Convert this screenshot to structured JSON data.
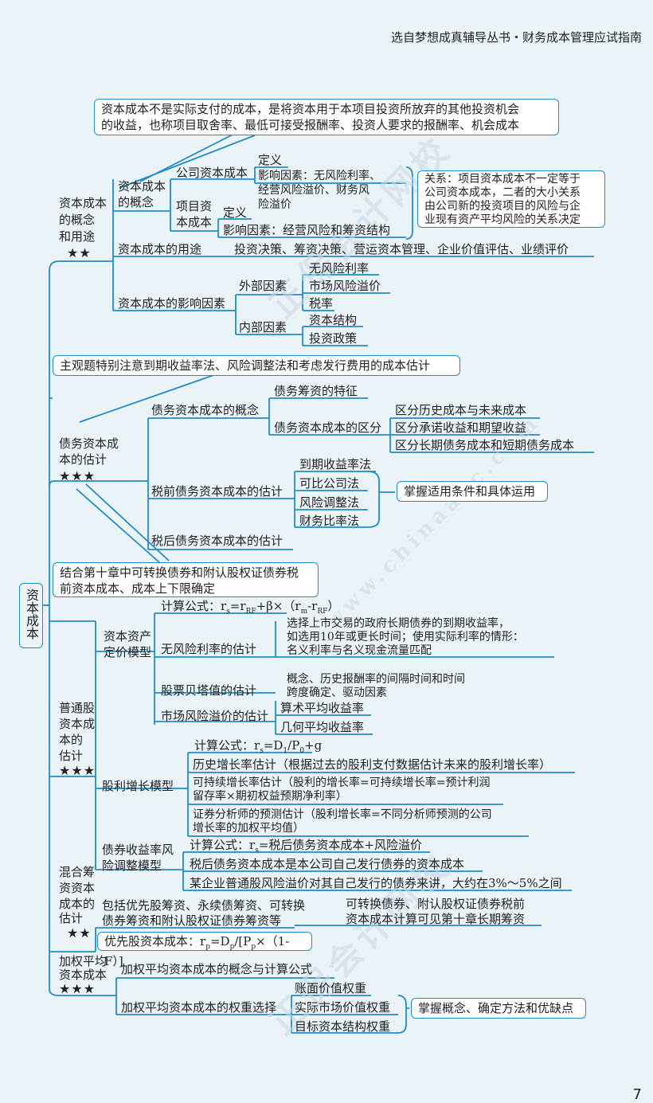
{
  "header": "选自梦想成真辅导丛书・财务成本管理应试指南",
  "page_number": "7",
  "root": "资本成本",
  "top_note": [
    "资本成本不是实际支付的成本，是将资本用于本项目投资所放弃的其他投资机会",
    "的收益，也称项目取舍率、最低可接受报酬率、投资人要求的报酬率、机会成本"
  ],
  "s1": {
    "title": [
      "资本成本",
      "的概念",
      "和用途"
    ],
    "stars": "★★",
    "concept": [
      "资本成本",
      "的概念"
    ],
    "company_cost": "公司资本成本",
    "def1": "定义",
    "factors1": [
      "影响因素：无风险利率、",
      "经营风险溢价、财务风",
      "险溢价"
    ],
    "project_cost": [
      "项目资",
      "本成本"
    ],
    "def2": "定义",
    "factors2": "影响因素：经营风险和筹资结构",
    "relation": [
      "关系：项目资本成本不一定等于",
      "公司资本成本，二者的大小关系",
      "由公司新的投资项目的风险与企",
      "业现有资产平均风险的关系决定"
    ],
    "use": "资本成本的用途",
    "use_items": "投资决策、筹资决策、营运资本管理、企业价值评估、业绩评价",
    "factors": "资本成本的影响因素",
    "external": "外部因素",
    "ext_items": [
      "无风险利率",
      "市场风险溢价",
      "税率"
    ],
    "internal": "内部因素",
    "int_items": [
      "资本结构",
      "投资政策"
    ]
  },
  "note2": "主观题特别注意到期收益率法、风险调整法和考虑发行费用的成本估计",
  "s2": {
    "title": [
      "债务资本成",
      "本的估计"
    ],
    "stars": "★★★",
    "concept": "债务资本成本的概念",
    "features": "债务筹资的特征",
    "distinction": "债务资本成本的区分",
    "dist_items": [
      "区分历史成本与未来成本",
      "区分承诺收益和期望收益",
      "区分长期债务成本和短期债务成本"
    ],
    "pretax": "税前债务资本成本的估计",
    "pretax_items": [
      "到期收益率法",
      "可比公司法",
      "风险调整法",
      "财务比率法"
    ],
    "master": "掌握适用条件和具体运用",
    "aftertax": "税后债务资本成本的估计"
  },
  "note3": [
    "结合第十章中可转换债券和附认股权证债券税",
    "前资本成本、成本上下限确定"
  ],
  "s3": {
    "title": [
      "普通股",
      "资本成",
      "本的",
      "估计"
    ],
    "stars": "★★★",
    "capm": [
      "资本资产",
      "定价模型"
    ],
    "capm_formula": "计算公式：r",
    "capm_formula_rest": "=r",
    "riskfree": "无风险利率的估计",
    "rf_desc": [
      "选择上市交易的政府长期债券的到期收益率，",
      "如选用10年或更长时间；使用实际利率的情形：",
      "名义利率与名义现金流量匹配"
    ],
    "beta": "股票贝塔值的估计",
    "beta_desc": [
      "概念、历史报酬率的间隔时间和时间",
      "跨度确定、驱动因素"
    ],
    "mrp": "市场风险溢价的估计",
    "mrp_items": [
      "算术平均收益率",
      "几何平均收益率"
    ],
    "growth": "股利增长模型",
    "growth_formula": "计算公式：",
    "g1": "历史增长率估计（根据过去的股利支付数据估计未来的股利增长率）",
    "g2": [
      "可持续增长率估计（股利的增长率=可持续增长率=预计利润",
      "留存率×期初权益预期净利率）"
    ],
    "g3": [
      "证券分析师的预测估计（股利增长率=不同分析师预测的公司",
      "增长率的加权平均值）"
    ],
    "bond": [
      "债券收益率风",
      "险调整模型"
    ],
    "bond_formula": "计算公式：",
    "bond_formula_rest": "=税后债务资本成本+风险溢价",
    "b2": "税后债务资本成本是本公司自己发行债券的资本成本",
    "b3": "某企业普通股风险溢价对其自己发行的债券来讲，大约在3%～5%之间"
  },
  "s4": {
    "title": [
      "混合筹",
      "资资本",
      "成本的",
      "估计"
    ],
    "stars": "★★",
    "include": [
      "包括优先股筹资、永续债筹资、可转换",
      "债券筹资和附认股权证债券筹资等"
    ],
    "convert": [
      "可转换债券、附认股权证债券税前",
      "资本成本计算可见第十章长期筹资"
    ],
    "preferred": "优先股资本成本："
  },
  "s5": {
    "title": [
      "加权平均",
      "资本成本"
    ],
    "stars": "★★★",
    "concept": "加权平均资本成本的概念与计算公式",
    "weights": "加权平均资本成本的权重选择",
    "w_items": [
      "账面价值权重",
      "实际市场价值权重",
      "目标资本结构权重"
    ],
    "master": "掌握概念、确定方法和优缺点"
  },
  "watermarks": [
    "正保会计网校",
    "www.chinaacc.com"
  ],
  "colors": {
    "line": "#1f8dc4",
    "bg": "#eaf3f8"
  }
}
